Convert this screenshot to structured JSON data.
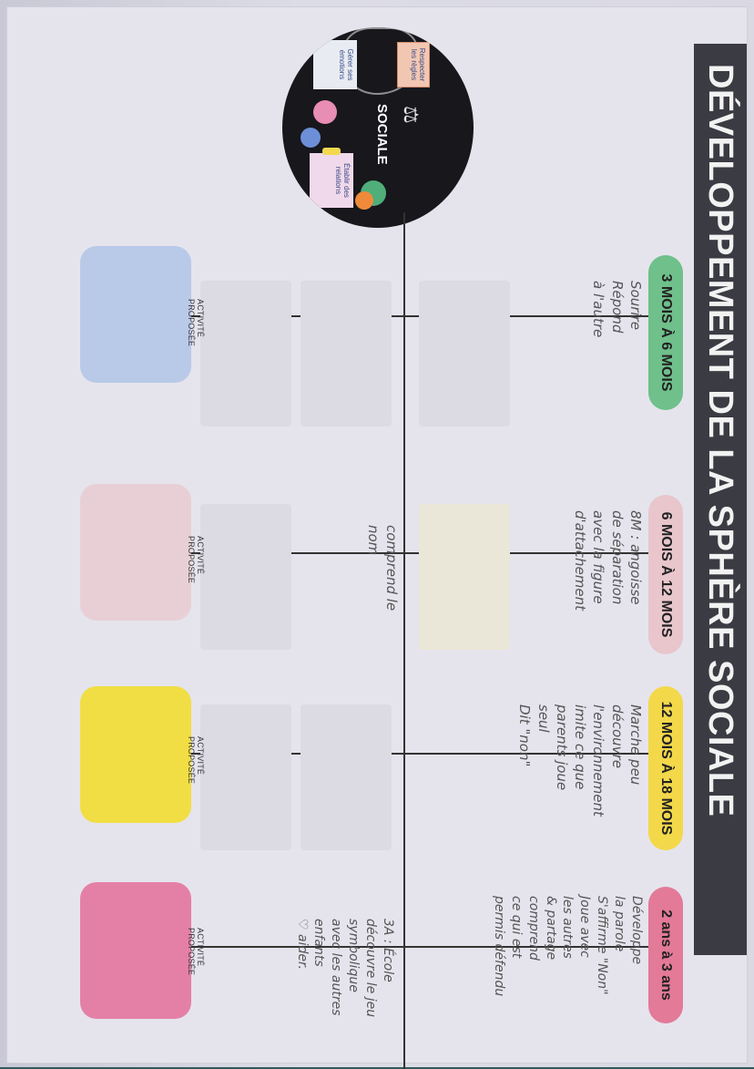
{
  "worksheet": {
    "title": "DÉVELOPPEMENT DE LA SPHÈRE SOCIALE",
    "circle": {
      "label": "SOCIALE",
      "notes": [
        "Respecter les règles",
        "Gérer ses émotions",
        "Établir des relations"
      ],
      "icons": [
        "balance-scale-icon",
        "children-playing-icon",
        "hugging-kids-icon"
      ]
    },
    "stages": [
      {
        "label": "3 MOIS À 6 MOIS",
        "color": "#6fc08a",
        "activity_label": "ACTIVITÉ PROPOSÉE",
        "activity_color": "#b9c9e8",
        "notes": "Sourire\nRépond\nà l'autre"
      },
      {
        "label": "6 MOIS À 12 MOIS",
        "color": "#e8c6cc",
        "activity_label": "ACTIVITÉ PROPOSÉE",
        "activity_color": "#e8cfd6",
        "notes": "8M : angoisse\nde séparation\navec la figure\nd'attachement",
        "notes_lower": "comprend le\nnom"
      },
      {
        "label": "12 MOIS À 18 MOIS",
        "color": "#f3d84a",
        "activity_label": "ACTIVITÉ PROPOSÉE",
        "activity_color": "#f1de44",
        "notes": "Marche peu\ndécouvre\nl'environnement\nimite ce que\nparents joue\nseul\nDit \"non\""
      },
      {
        "label": "2 ans à 3 ans",
        "color": "#e27a98",
        "activity_label": "ACTIVITÉ PROPOSÉE",
        "activity_color": "#e480a6",
        "notes": "Développe\nla parole\nS'affirme \"Non\"\nJoue avec\nles autres\n& partage\ncomprend\nce qui est\npermis défendu",
        "notes_lower": "3A : École\ndécouvre le jeu\nsymbolique\navec les autres\nenfants\n♡ aider."
      }
    ]
  }
}
